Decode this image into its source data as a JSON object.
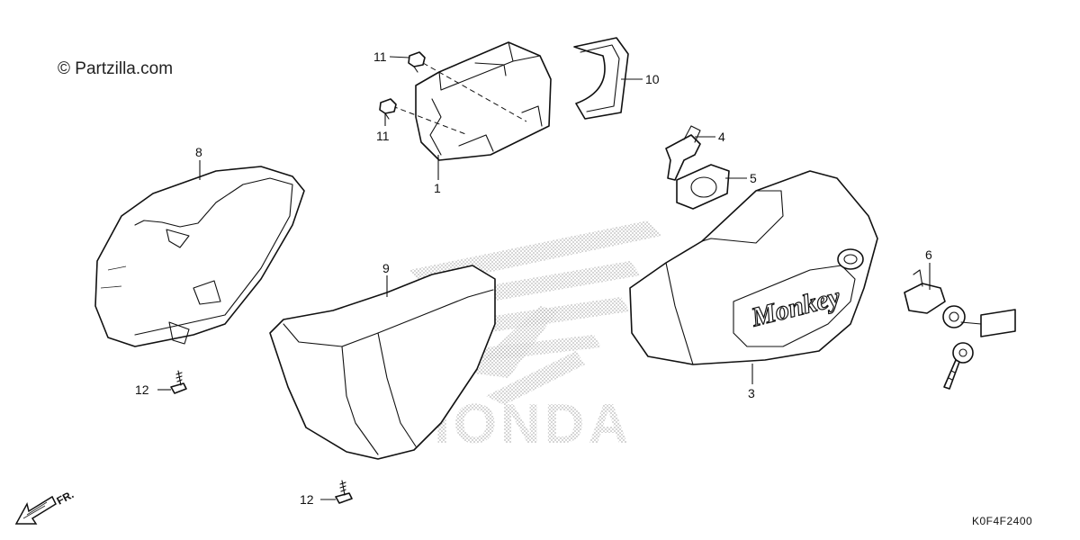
{
  "watermark": "© Partzilla.com",
  "diagram_code": "K0F4F2400",
  "direction_label": "FR.",
  "brand_badge": "Monkey",
  "background_logo": "HONDA",
  "callouts": [
    {
      "id": "c1",
      "label": "1"
    },
    {
      "id": "c3",
      "label": "3"
    },
    {
      "id": "c4",
      "label": "4"
    },
    {
      "id": "c5",
      "label": "5"
    },
    {
      "id": "c6",
      "label": "6"
    },
    {
      "id": "c8",
      "label": "8"
    },
    {
      "id": "c9",
      "label": "9"
    },
    {
      "id": "c10",
      "label": "10"
    },
    {
      "id": "c11a",
      "label": "11"
    },
    {
      "id": "c11b",
      "label": "11"
    },
    {
      "id": "c12a",
      "label": "12"
    },
    {
      "id": "c12b",
      "label": "12"
    }
  ]
}
